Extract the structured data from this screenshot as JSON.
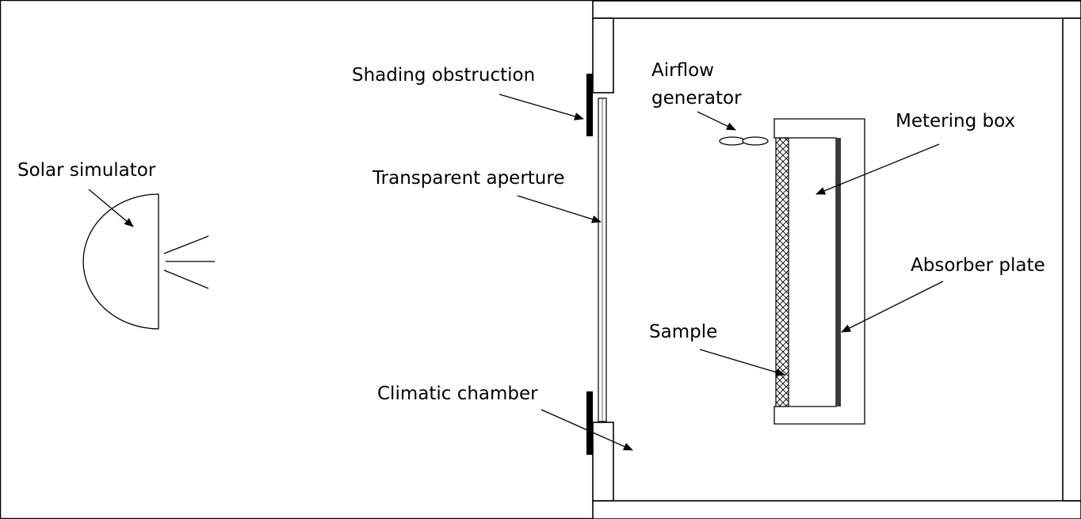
{
  "labels": {
    "solar_simulator": "Solar simulator",
    "shading_obstruction": "Shading obstruction",
    "transparent_aperture": "Transparent aperture",
    "climatic_chamber": "Climatic chamber",
    "airflow_generator_line1": "Airflow",
    "airflow_generator_line2": "generator",
    "metering_box": "Metering box",
    "absorber_plate": "Absorber plate",
    "sample": "Sample"
  }
}
